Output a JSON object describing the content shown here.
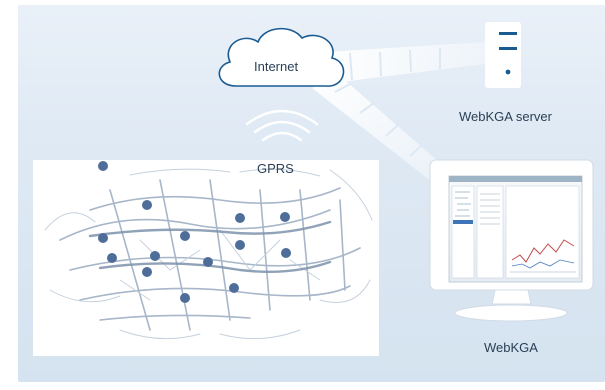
{
  "labels": {
    "internet": "Internet",
    "gprs": "GPRS",
    "server": "WebKGA server",
    "client": "WebKGA"
  },
  "colors": {
    "background": "#dde8f3",
    "beam": "#ffffff",
    "cloud_stroke": "#1a5b92",
    "device": "#1a5b92",
    "network_line": "#8a9cb4",
    "node": "#4e6e99"
  },
  "icons": [
    "cloud-icon",
    "wifi-icon",
    "server-icon",
    "monitor-icon",
    "network-map-icon"
  ]
}
